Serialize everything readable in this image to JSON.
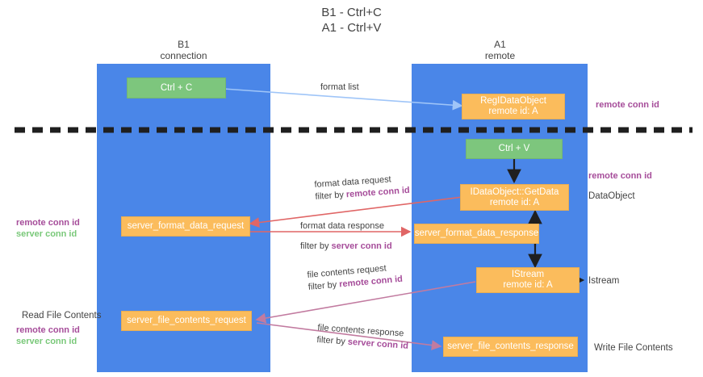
{
  "title": {
    "line1": "B1 - Ctrl+C",
    "line2": "A1 - Ctrl+V"
  },
  "columns": [
    {
      "name": "B1",
      "sub": "connection"
    },
    {
      "name": "A1",
      "sub": "remote"
    }
  ],
  "nodes": {
    "ctrl_c": {
      "label": "Ctrl + C"
    },
    "ctrl_v": {
      "label": "Ctrl + V"
    },
    "idataobject": {
      "line1": "RegIDataObject",
      "line2": "remote id: A"
    },
    "getdata": {
      "line1": "IDataObject::GetData",
      "line2": "remote id: A"
    },
    "istream": {
      "line1": "IStream",
      "line2": "remote id: A"
    },
    "server_format_data_request": {
      "label": "server_format_data_request"
    },
    "server_format_data_response": {
      "label": "server_format_data_response"
    },
    "server_file_contents_request": {
      "label": "server_file_contents_request"
    },
    "server_file_contents_response": {
      "label": "server_file_contents_response"
    }
  },
  "edges": {
    "format_list": "format list",
    "format_data_request": "format data request",
    "format_data_response": "format data response",
    "file_contents_request": "file contents request",
    "file_contents_response": "file contents response",
    "filter_by": "filter by ",
    "remote_conn_id": "remote conn id",
    "server_conn_id": "server conn id"
  },
  "side_labels": {
    "remote_conn_id_top": "remote conn id",
    "remote_conn_id_mid": "remote conn id",
    "left_remote_conn_id": "remote conn id",
    "left_server_conn_id": "server conn id",
    "read_file_contents": "Read File Contents",
    "left_remote_conn_id_2": "remote conn id",
    "left_server_conn_id_2": "server conn id",
    "dataobject": "DataObject",
    "istream": "Istream",
    "write_file_contents": "Write File Contents"
  },
  "colors": {
    "lane": "#4a86e8",
    "green_node": "#7dc67d",
    "orange_node": "#fbbc5c",
    "purple": "#a64d9a",
    "green_text": "#79c879",
    "divider": "#1f1f1f",
    "arrow_blue": "#9fc5f8",
    "arrow_red": "#e06666",
    "arrow_black": "#1f1f1f",
    "arrow_magenta": "#c27ba0"
  }
}
